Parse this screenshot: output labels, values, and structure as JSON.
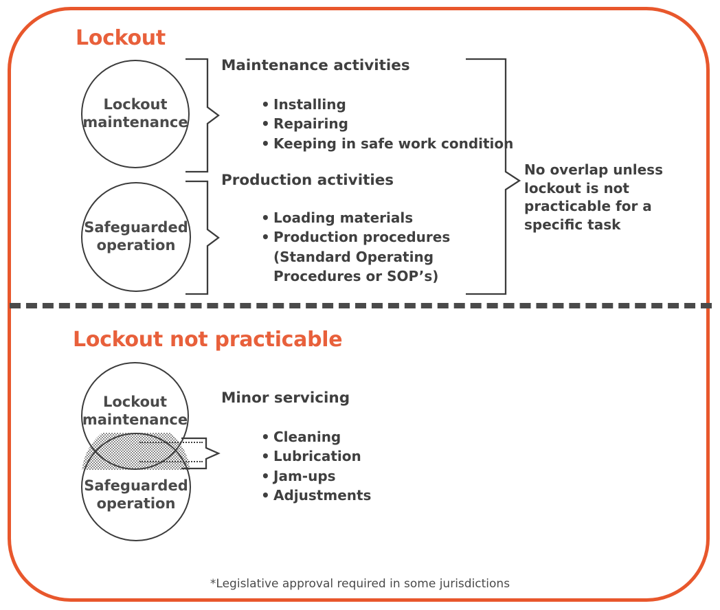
{
  "colors": {
    "frame_orange": "#E8572C",
    "heading_orange": "#E8603B",
    "text_gray": "#3f3f3f",
    "line_gray": "#3b3b3b",
    "divider_gray": "#4a4a4a"
  },
  "sections": {
    "lockout": {
      "heading": "Lockout",
      "circles": {
        "maintenance": {
          "line1": "Lockout",
          "line2": "maintenance"
        },
        "safeguarded": {
          "line1": "Safeguarded",
          "line2": "operation"
        }
      },
      "maintenance_activities": {
        "title": "Maintenance activities",
        "items": [
          "Installing",
          "Repairing",
          "Keeping in safe work condition"
        ]
      },
      "production_activities": {
        "title": "Production activities",
        "items": [
          "Loading materials",
          "Production procedures\n(Standard Operating\nProcedures or SOP’s)"
        ]
      },
      "note": "No overlap unless lockout is not practicable for a specific task"
    },
    "lockout_not_practicable": {
      "heading": "Lockout not practicable",
      "circles": {
        "maintenance": {
          "line1": "Lockout",
          "line2": "maintenance"
        },
        "safeguarded": {
          "line1": "Safeguarded",
          "line2": "operation"
        }
      },
      "minor_servicing": {
        "title": "Minor servicing",
        "items": [
          "Cleaning",
          "Lubrication",
          "Jam-ups",
          "Adjustments"
        ]
      }
    }
  },
  "footnote": "*Legislative approval required in some jurisdictions"
}
